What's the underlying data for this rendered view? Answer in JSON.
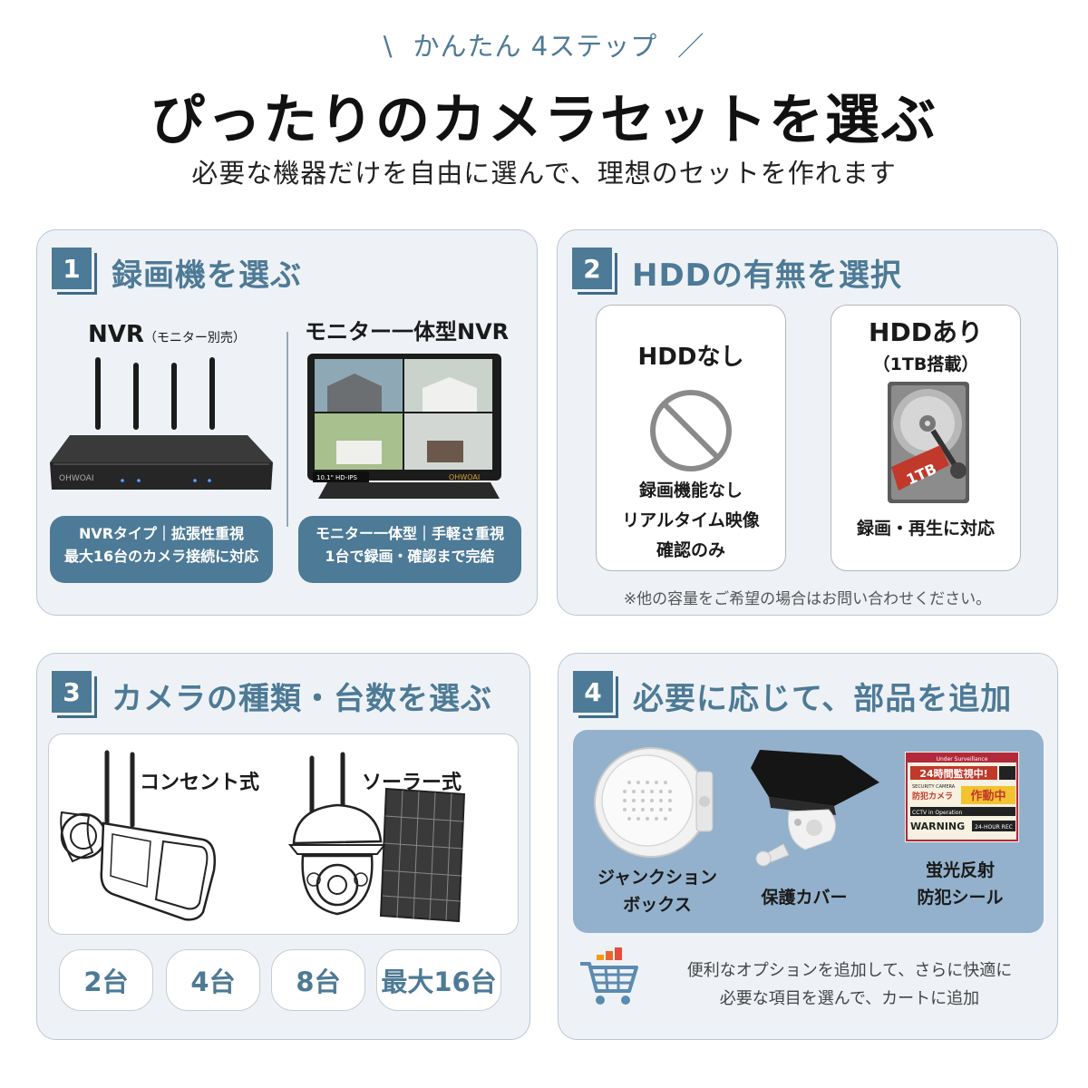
{
  "header": {
    "eyebrow_left": "\\",
    "eyebrow": "かんたん 4ステップ",
    "eyebrow_right": "／",
    "title": "ぴったりのカメラセットを選ぶ",
    "subtitle": "必要な機器だけを自由に選んで、理想のセットを作れます"
  },
  "step1": {
    "number": "1",
    "title": "録画機を選ぶ",
    "nvr_label": "NVR",
    "nvr_note": "（モニター別売）",
    "nvr_brand": "OHWOAI",
    "monitor_label": "モニター一体型NVR",
    "monitor_badge": "10.1\" HD-IPS",
    "monitor_brand": "OHWOAI",
    "nvr_desc_1": "NVRタイプ｜拡張性重視",
    "nvr_desc_2": "最大16台のカメラ接続に対応",
    "monitor_desc_1": "モニター一体型｜手軽さ重視",
    "monitor_desc_2": "1台で録画・確認まで完結"
  },
  "step2": {
    "number": "2",
    "title": "HDDの有無を選択",
    "no_hdd_title": "HDDなし",
    "no_hdd_desc_1": "録画機能なし",
    "no_hdd_desc_2": "リアルタイム映像",
    "no_hdd_desc_3": "確認のみ",
    "hdd_title": "HDDあり",
    "hdd_sub": "（1TB搭載）",
    "hdd_badge": "1TB",
    "hdd_desc": "録画・再生に対応",
    "note": "※他の容量をご希望の場合はお問い合わせください。"
  },
  "step3": {
    "number": "3",
    "title": "カメラの種類・台数を選ぶ",
    "ac_label": "コンセント式",
    "solar_label": "ソーラー式",
    "counts": [
      "2台",
      "4台",
      "8台",
      "最大16台"
    ]
  },
  "step4": {
    "number": "4",
    "title": "必要に応じて、部品を追加",
    "junction_1": "ジャンクション",
    "junction_2": "ボックス",
    "cover": "保護カバー",
    "sticker_1": "蛍光反射",
    "sticker_2": "防犯シール",
    "sticker_lines": [
      "Under Surveillance",
      "24時間監視中!",
      "SECURITY CAMERA",
      "防犯カメラ",
      "作動中",
      "CCTV in Operation",
      "WARNING",
      "24-HOUR REC"
    ],
    "cart_text_1": "便利なオプションを追加して、さらに快適に",
    "cart_text_2": "必要な項目を選んで、カートに追加"
  },
  "colors": {
    "accent": "#4d7a96",
    "panel_bg": "#eef2f7",
    "accessory_bg": "#93b1cc"
  },
  "icons": [
    "prohibited-icon",
    "cart-icon"
  ]
}
